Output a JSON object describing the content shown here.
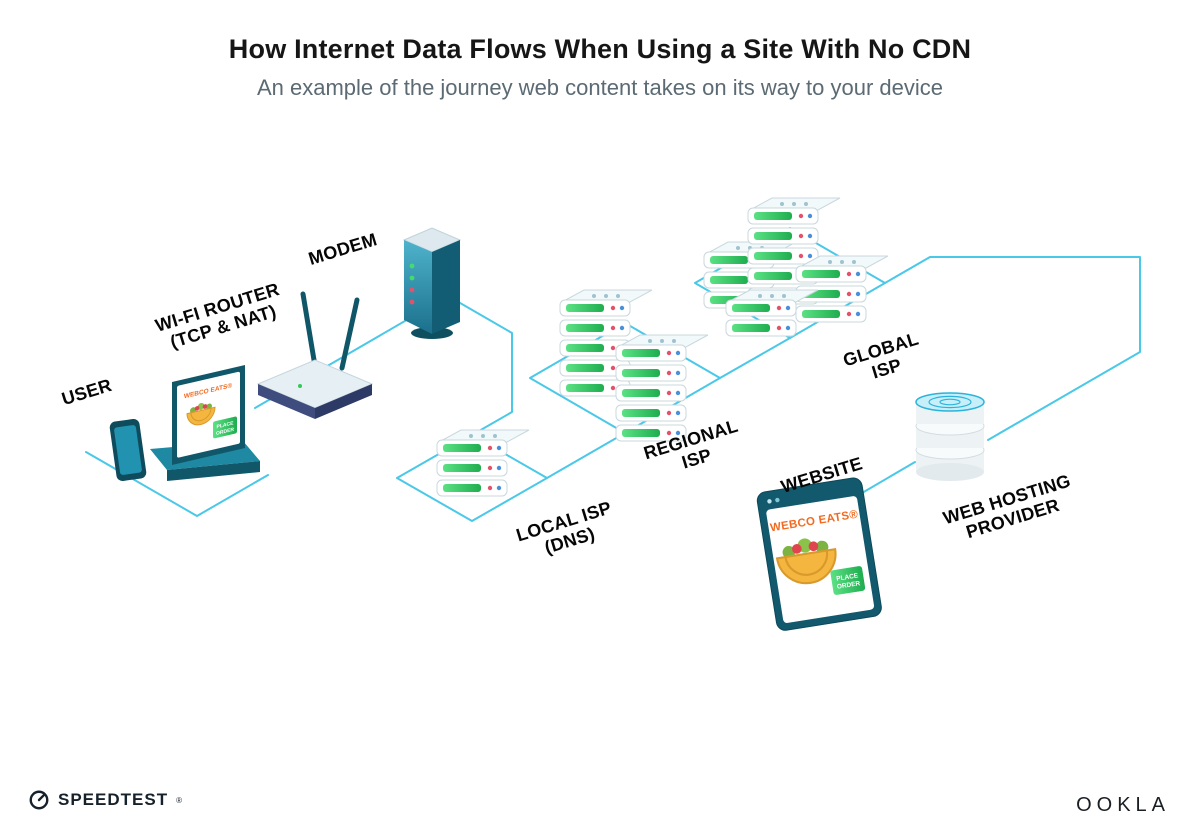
{
  "header": {
    "title": "How Internet Data Flows When Using a Site With No CDN",
    "subtitle": "An example of the journey web content takes on its way to your device"
  },
  "labels": {
    "user": "USER",
    "wifi_router_line1": "WI-FI ROUTER",
    "wifi_router_line2": "(TCP & NAT)",
    "modem": "MODEM",
    "local_isp_line1": "LOCAL ISP",
    "local_isp_line2": "(DNS)",
    "regional_isp_line1": "REGIONAL",
    "regional_isp_line2": "ISP",
    "global_isp_line1": "GLOBAL",
    "global_isp_line2": "ISP",
    "website": "WEBSITE",
    "web_hosting_line1": "WEB HOSTING",
    "web_hosting_line2": "PROVIDER"
  },
  "webco": {
    "brand": "WEBCO EATS®",
    "button_line1": "PLACE",
    "button_line2": "ORDER"
  },
  "footer": {
    "speedtest": "SPEEDTEST",
    "speedtest_mark": "®",
    "ookla": "OOKLA"
  },
  "colors": {
    "connector": "#4AC8E8",
    "device_teal": "#14607A",
    "server_green": "#2BC45C",
    "brand_orange": "#F26B21"
  },
  "diagram": {
    "type": "isometric-flow",
    "flow_sequence": [
      "USER",
      "WI-FI ROUTER (TCP & NAT)",
      "MODEM",
      "LOCAL ISP (DNS)",
      "REGIONAL ISP",
      "GLOBAL ISP",
      "WEB HOSTING PROVIDER",
      "WEBSITE"
    ]
  }
}
